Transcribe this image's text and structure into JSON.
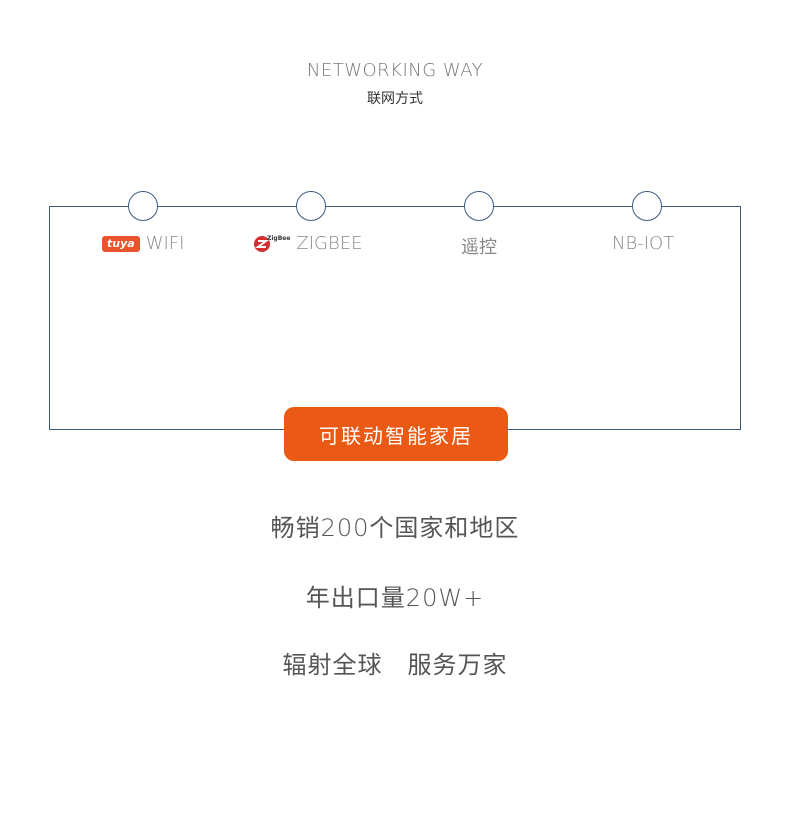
{
  "header": {
    "title_en": "NETWORKING WAY",
    "title_cn": "联网方式"
  },
  "networks": [
    {
      "label": "WIFI",
      "logo": "tuya",
      "logo_text": "tuya"
    },
    {
      "label": "ZIGBEE",
      "logo": "zigbee",
      "logo_text": "ZigBee"
    },
    {
      "label": "遥控"
    },
    {
      "label": "NB-IOT"
    }
  ],
  "cta": {
    "label": "可联动智能家居"
  },
  "features": [
    "畅销200个国家和地区",
    "年出口量20W+",
    "辐射全球　服务万家"
  ],
  "colors": {
    "accent": "#ea5a14",
    "frame": "#3b5b7d",
    "tuya": "#e8532a",
    "zigbee": "#d32f2f"
  }
}
